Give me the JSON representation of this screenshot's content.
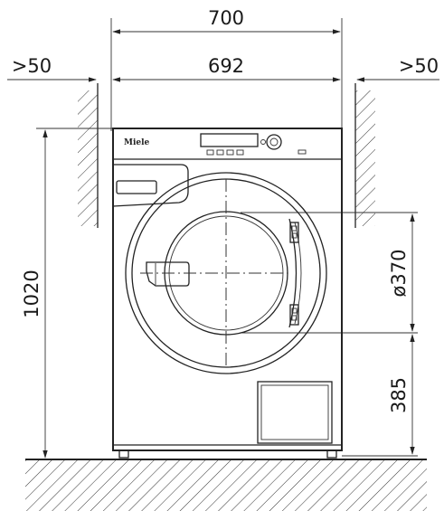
{
  "dimensions": {
    "overall_width": "700",
    "inner_width": "692",
    "clearance_left": ">50",
    "clearance_right": ">50",
    "height": "1020",
    "door_diameter": "ø370",
    "door_center_height": "385"
  },
  "brand": {
    "logo_text": "Miele"
  },
  "colors": {
    "line": "#222222",
    "background": "#ffffff"
  }
}
